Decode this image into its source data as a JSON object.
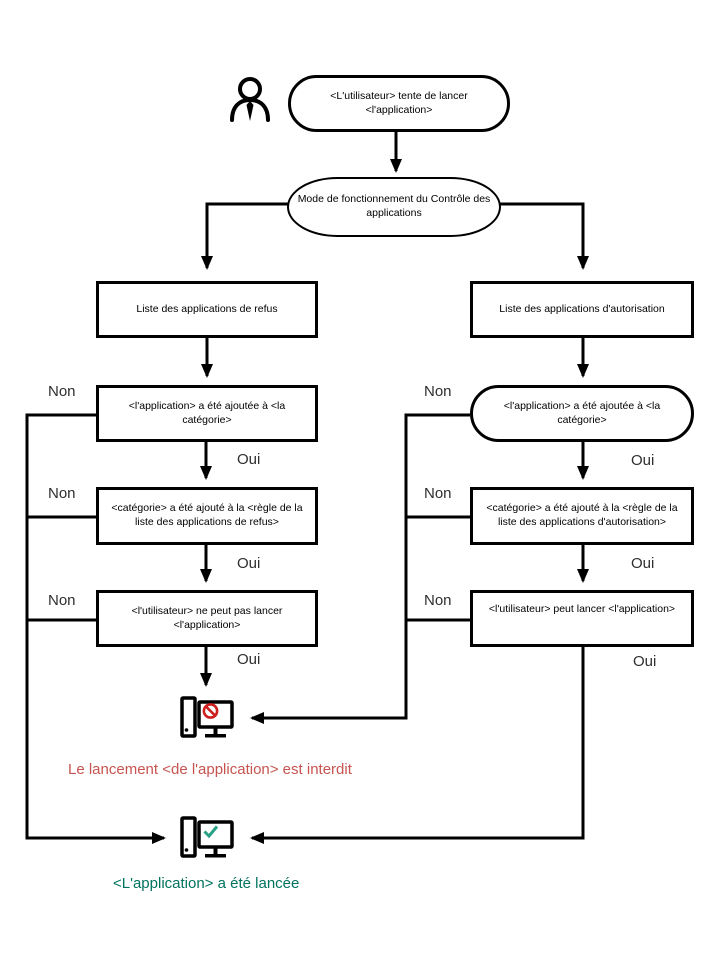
{
  "labels": {
    "no": "Non",
    "yes": "Oui"
  },
  "nodes": {
    "start": "<L'utilisateur> tente de lancer <l'application>",
    "mode": "Mode de fonctionnement du Contrôle des applications",
    "deny_list": "Liste des applications de refus",
    "allow_list": "Liste des applications d'autorisation",
    "deny_q1": "<l'application> a été ajoutée à <la catégorie>",
    "deny_q2": "<catégorie> a été ajouté à la <règle de la liste des applications de refus>",
    "deny_q3": "<l'utilisateur> ne peut pas lancer <l'application>",
    "allow_q1": "<l'application> a été ajoutée à <la catégorie>",
    "allow_q2": "<catégorie> a été ajouté à la <règle de la liste des applications d'autorisation>",
    "allow_q3": "<l'utilisateur> peut lancer <l'application>"
  },
  "captions": {
    "blocked": "Le lancement <de l'application> est interdit",
    "launched": "<L'application> a été lancée"
  },
  "colors": {
    "line": "#000000",
    "blocked_text": "#c75450",
    "launched_text": "#00735e",
    "prohibit_sign": "#cc1f1f",
    "check_sign": "#2aa187"
  },
  "icons": {
    "user": "user-icon",
    "blocked_computer": "computer-blocked-icon",
    "launched_computer": "computer-launched-icon"
  }
}
